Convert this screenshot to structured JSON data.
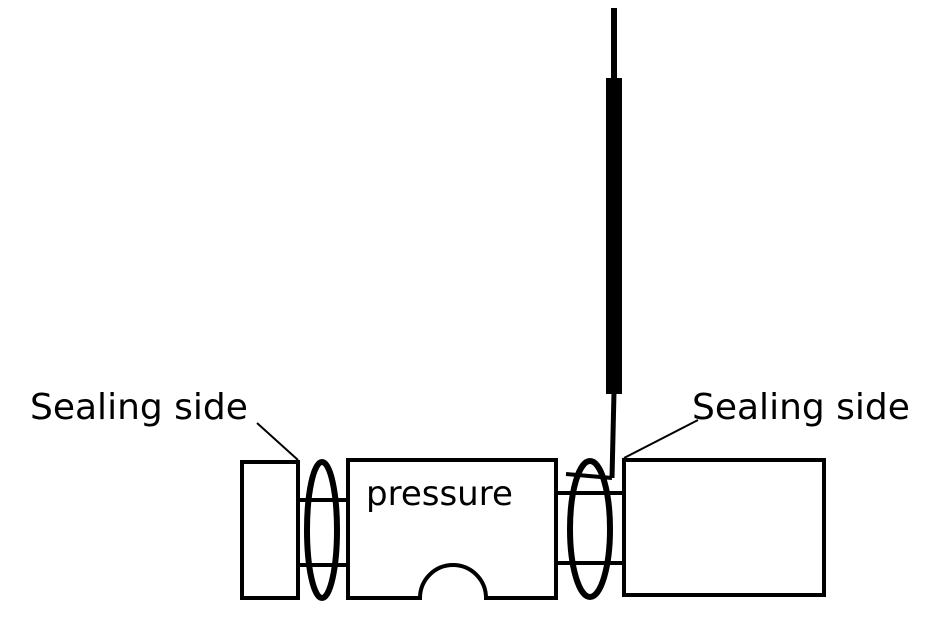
{
  "diagram": {
    "labels": {
      "sealing_side_left": "Sealing side",
      "sealing_side_right": "Sealing side",
      "pressure": "pressure"
    },
    "colors": {
      "stroke": "#000000",
      "background": "#ffffff"
    }
  }
}
